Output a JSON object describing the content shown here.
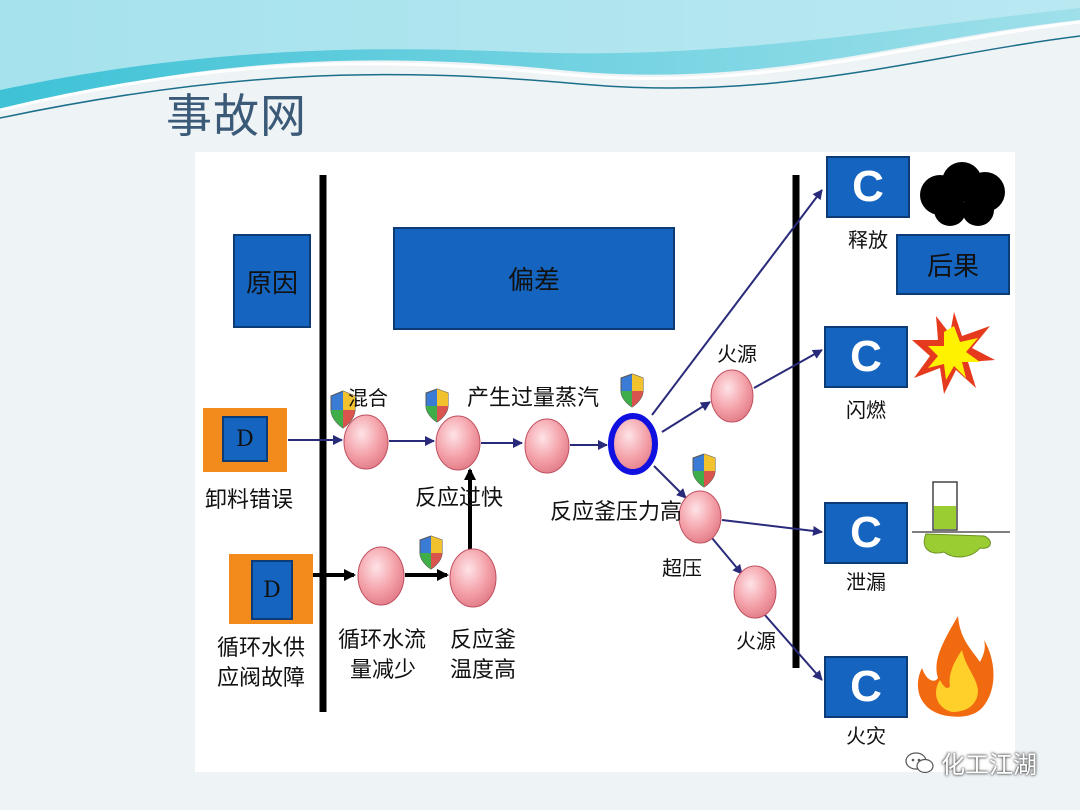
{
  "slide": {
    "title": "事故网"
  },
  "headers": {
    "cause": "原因",
    "deviation": "偏差",
    "consequence": "后果"
  },
  "causes": {
    "d1_letter": "D",
    "d1_label": "卸料错误",
    "d2_letter": "D",
    "d2_label_line1": "循环水供",
    "d2_label_line2": "应阀故障"
  },
  "deviations": {
    "mixing": "混合",
    "reaction_fast": "反应过快",
    "excess_steam": "产生过量蒸汽",
    "pressure_high": "反应釜压力高",
    "flow_low_line1": "循环水流",
    "flow_low_line2": "量减少",
    "temp_high_line1": "反应釜",
    "temp_high_line2": "温度高",
    "fire_source_1": "火源",
    "overpressure": "超压",
    "fire_source_2": "火源"
  },
  "consequences": [
    {
      "letter": "C",
      "label": "释放",
      "icon": "smoke-cloud-icon"
    },
    {
      "letter": "C",
      "label": "闪燃",
      "icon": "explosion-icon"
    },
    {
      "letter": "C",
      "label": "泄漏",
      "icon": "spill-icon"
    },
    {
      "letter": "C",
      "label": "火灾",
      "icon": "fire-icon"
    }
  ],
  "watermark": {
    "text": "化工江湖"
  },
  "colors": {
    "box_blue": "#1565c0",
    "cause_orange": "#f28a1c",
    "node_pink": "#f4a0a8",
    "arrow_navy": "#2a2a7a",
    "title": "#3a5a78"
  }
}
